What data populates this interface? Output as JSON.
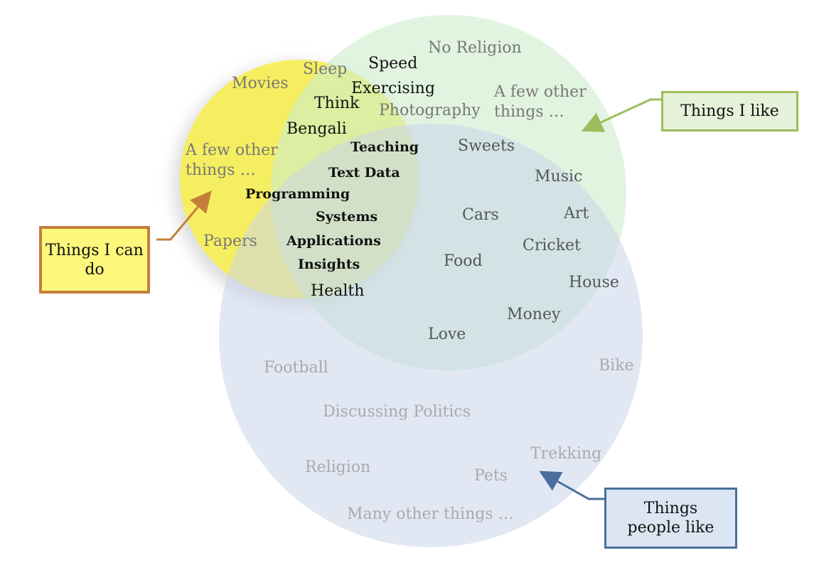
{
  "colors": {
    "can_do": "#f5ee5a",
    "i_like": "#cdeccb",
    "people_like": "#c9d6ea",
    "can_do_border": "#c47e3c",
    "i_like_border": "#9dbd5c",
    "people_like_border": "#4a6f9e"
  },
  "labels": {
    "can_do": "Things I can do",
    "i_like": "Things I like",
    "people_like": "Things people like"
  },
  "can_do_only": [
    "Movies",
    "A few other things …",
    "Papers"
  ],
  "can_do_and_i_like": [
    "Sleep",
    "Think",
    "Bengali"
  ],
  "i_like_only": [
    "Speed",
    "No Religion",
    "Exercising",
    "Photography",
    "A few other things …"
  ],
  "all_three": [
    "Teaching",
    "Text Data",
    "Programming",
    "Systems",
    "Applications",
    "Insights"
  ],
  "can_do_and_people_like": [
    "Health"
  ],
  "i_like_and_people_like": [
    "Sweets",
    "Music",
    "Cars",
    "Art",
    "Cricket",
    "Food",
    "House",
    "Money",
    "Love"
  ],
  "people_like_only": [
    "Football",
    "Bike",
    "Discussing Politics",
    "Trekking",
    "Religion",
    "Pets",
    "Many other things …"
  ]
}
